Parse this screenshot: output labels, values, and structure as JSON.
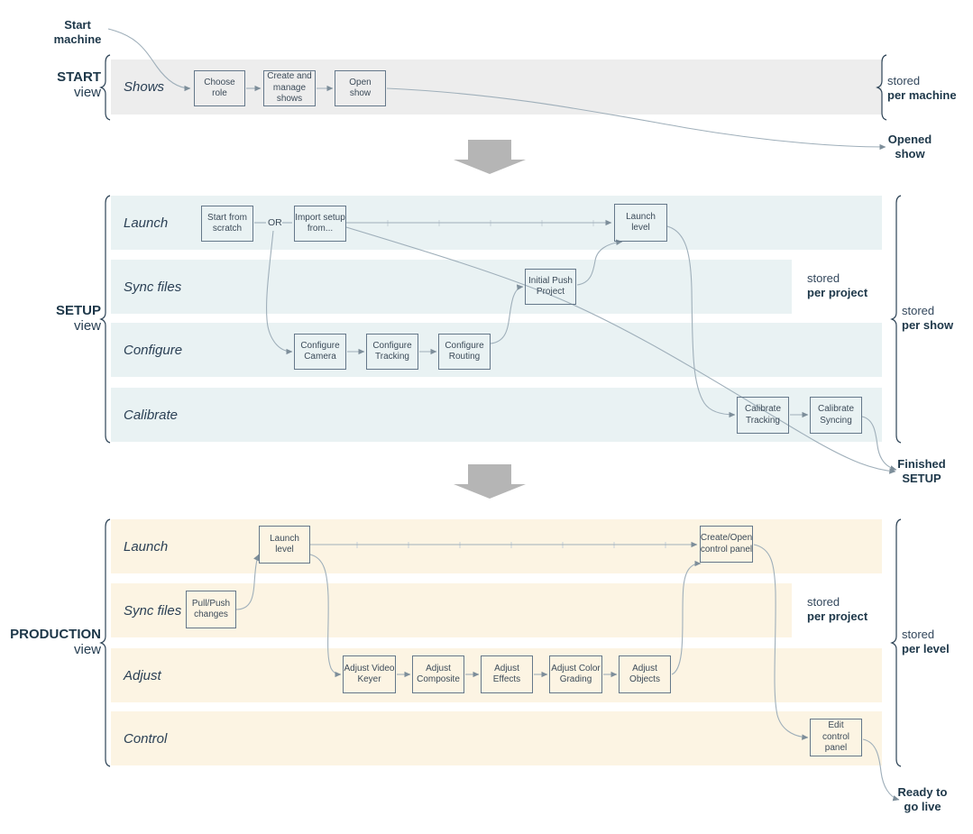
{
  "annotations": {
    "start_machine": "Start\nmachine",
    "opened_show": "Opened\nshow",
    "finished_setup": "Finished\nSETUP",
    "ready_to_go_live": "Ready to\ngo live",
    "or_label": "OR"
  },
  "start": {
    "view_label": "START",
    "view_sub": "view",
    "lane": "Shows",
    "boxes": {
      "choose_role": "Choose\nrole",
      "create_manage_shows": "Create and\nmanage\nshows",
      "open_show": "Open\nshow"
    },
    "stored": {
      "prefix": "stored",
      "scope": "per machine"
    }
  },
  "setup": {
    "view_label": "SETUP",
    "view_sub": "view",
    "lanes": {
      "launch": "Launch",
      "sync_files": "Sync files",
      "configure": "Configure",
      "calibrate": "Calibrate"
    },
    "boxes": {
      "start_from_scratch": "Start from\nscratch",
      "import_setup": "Import setup\nfrom...",
      "launch_level": "Launch\nlevel",
      "initial_push_project": "Initial Push\nProject",
      "configure_camera": "Configure\nCamera",
      "configure_tracking": "Configure\nTracking",
      "configure_routing": "Configure\nRouting",
      "calibrate_tracking": "Calibrate\nTracking",
      "calibrate_syncing": "Calibrate\nSyncing"
    },
    "stored_project": {
      "prefix": "stored",
      "scope": "per project"
    },
    "stored_show": {
      "prefix": "stored",
      "scope": "per show"
    }
  },
  "production": {
    "view_label": "PRODUCTION",
    "view_sub": "view",
    "lanes": {
      "launch": "Launch",
      "sync_files": "Sync files",
      "adjust": "Adjust",
      "control": "Control"
    },
    "boxes": {
      "launch_level": "Launch\nlevel",
      "pull_push_changes": "Pull/Push\nchanges",
      "adjust_video_keyer": "Adjust Video\nKeyer",
      "adjust_composite": "Adjust\nComposite",
      "adjust_effects": "Adjust\nEffects",
      "adjust_color_grading": "Adjust Color\nGrading",
      "adjust_objects": "Adjust\nObjects",
      "create_open_control_panel": "Create/Open\ncontrol panel",
      "edit_control_panel": "Edit\ncontrol panel"
    },
    "stored_project": {
      "prefix": "stored",
      "scope": "per project"
    },
    "stored_level": {
      "prefix": "stored",
      "scope": "per level"
    }
  },
  "colors": {
    "start_band": "#ededed",
    "setup_band": "#e9f2f3",
    "production_band": "#fcf4e3",
    "box_border": "#65788a",
    "connector": "#9fafba",
    "navy_text": "#1d3749",
    "section_arrow": "#b5b5b5"
  }
}
